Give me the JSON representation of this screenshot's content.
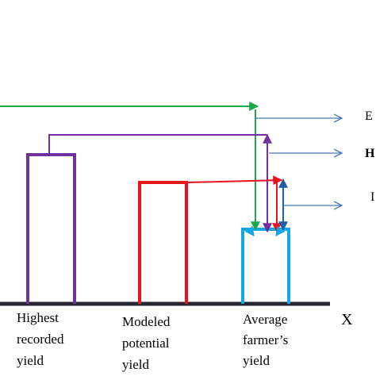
{
  "colors": {
    "green": "#1aa84a",
    "purple": "#7030a0",
    "red": "#e8141b",
    "cyan": "#14a6e6",
    "blue_arrow": "#4a78b8",
    "dark_blue_arrow": "#1f5fa6",
    "axis": "#2a2433"
  },
  "bars": [
    {
      "id": "highest-recorded",
      "label_lines": [
        "Highest",
        "recorded",
        "yield"
      ],
      "color": "purple"
    },
    {
      "id": "modeled-potential",
      "label_lines": [
        "Modeled",
        "potential",
        "yield"
      ],
      "color": "red"
    },
    {
      "id": "average-farmer",
      "label_lines": [
        "Average",
        "farmer’s",
        "yield"
      ],
      "color": "cyan"
    }
  ],
  "axis": {
    "x_label": "X"
  },
  "gap_labels": [
    "E",
    "H",
    "I"
  ]
}
